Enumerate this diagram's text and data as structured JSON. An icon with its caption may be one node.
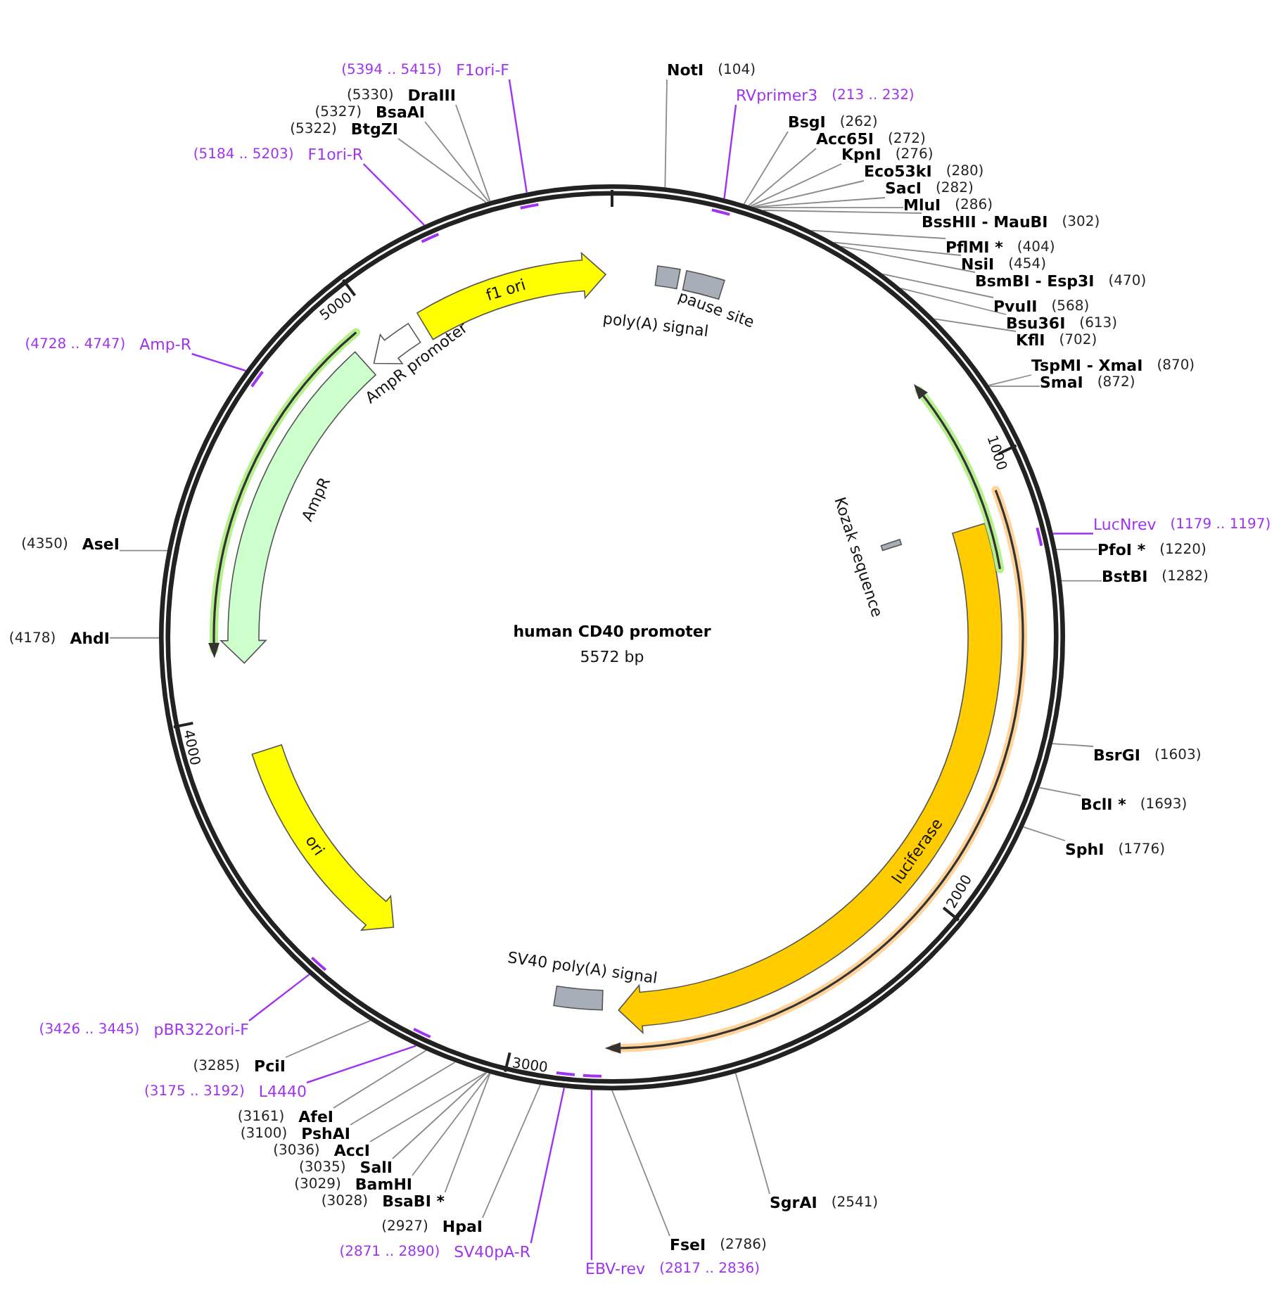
{
  "diagram": {
    "title": "human CD40 promoter",
    "nodes": [
      {
        "text": [],
        "shape": "circle"
      },
      {
        "text": [
          "(5394 .. 5415)",
          "F1ori-F"
        ]
      },
      {
        "text": [
          "NotI",
          "(104)"
        ]
      },
      {
        "text": [
          "(5330)",
          "DraIII"
        ]
      },
      {
        "text": [
          "RVprimer3",
          "(213 .. 232)"
        ]
      },
      {
        "text": [
          "(5327)",
          "BsaAI"
        ]
      },
      {
        "text": [
          "(5322)",
          "BtgZI"
        ]
      },
      {
        "text": [
          "BsgI",
          "(262)"
        ]
      },
      {
        "text": [
          "Acc65I",
          "(272)"
        ]
      },
      {
        "text": [
          "KpnI",
          "(276)"
        ]
      },
      {
        "text": [
          "(5184 .. 5203)",
          "F1ori-R"
        ]
      },
      {
        "text": [
          "Eco53kI",
          "(280)"
        ]
      },
      {
        "text": [
          "SacI",
          "(282)"
        ]
      },
      {
        "text": [
          "MluI",
          "(286)"
        ]
      },
      {
        "text": [
          "BssHII - MauBI",
          "(302)"
        ]
      },
      {
        "text": [
          "PflMI *",
          "(404)"
        ]
      },
      {
        "text": [
          "NsiI",
          "(454)"
        ]
      },
      {
        "text": [
          "BsmBI - Esp3I",
          "(470)"
        ]
      },
      {
        "text": [
          "PvuII",
          "(568)"
        ]
      },
      {
        "text": [
          "Bsu36I",
          "(613)"
        ]
      },
      {
        "text": [
          "KflI",
          "(702)"
        ]
      },
      {
        "text": [
          "(4728 .. 4747)",
          "Amp-R"
        ]
      },
      {
        "text": [
          "TspMI - XmaI",
          "(870)"
        ]
      },
      {
        "text": [
          "SmaI",
          "(872)"
        ]
      },
      {
        "text": [
          "LucNrev",
          "(1179 .. 1197)"
        ]
      },
      {
        "text": [
          "(4350)",
          "AseI"
        ]
      },
      {
        "text": [
          "PfoI *",
          "(1220)"
        ]
      },
      {
        "text": [
          "BstBI",
          "(1282)"
        ]
      },
      {
        "text": [
          "(4178)",
          "AhdI"
        ]
      },
      {
        "text": [
          "BsrGI",
          "(1603)"
        ]
      },
      {
        "text": [
          "BclI *",
          "(1693)"
        ]
      },
      {
        "text": [
          "SphI",
          "(1776)"
        ]
      },
      {
        "text": [
          "(3426 .. 3445)",
          "pBR322ori-F"
        ]
      },
      {
        "text": [
          "(3285)",
          "PciI"
        ]
      },
      {
        "text": [
          "(3175 .. 3192)",
          "L4440"
        ]
      },
      {
        "text": [
          "(3161)",
          "AfeI"
        ]
      },
      {
        "text": [
          "(3100)",
          "PshAI"
        ]
      },
      {
        "text": [
          "(3036)",
          "AccI"
        ]
      },
      {
        "text": [
          "(3035)",
          "SalI"
        ]
      },
      {
        "text": [
          "(3029)",
          "BamHI"
        ]
      },
      {
        "text": [
          "(3028)",
          "BsaBI *"
        ]
      },
      {
        "text": [
          "SgrAI",
          "(2541)"
        ]
      },
      {
        "text": [
          "(2927)",
          "HpaI"
        ]
      },
      {
        "text": [
          "FseI",
          "(2786)"
        ]
      },
      {
        "text": [
          "(2871 .. 2890)",
          "SV40pA-R"
        ]
      },
      {
        "text": [
          "EBV-rev",
          "(2817 .. 2836)"
        ]
      },
      {
        "text": [
          "f1 ori"
        ],
        "in": 0
      },
      {
        "text": [
          "poly(A) signal"
        ],
        "in": 0
      },
      {
        "text": [
          "pause site"
        ],
        "in": 0
      },
      {
        "text": [
          "AmpR promoter"
        ],
        "in": 0
      },
      {
        "text": [
          "AmpR"
        ],
        "in": 0
      },
      {
        "text": [
          "Kozak sequence"
        ],
        "in": 0
      },
      {
        "text": [
          "luciferase"
        ],
        "in": 0
      },
      {
        "text": [
          "ori"
        ],
        "in": 0
      },
      {
        "text": [
          "SV40 poly(A) signal"
        ],
        "in": 0
      }
    ],
    "edges": [
      {
        "from": 1,
        "to": 0,
        "arrow": "none",
        "color": "#a033f0"
      },
      {
        "from": 2,
        "to": 0,
        "arrow": "none"
      },
      {
        "from": 3,
        "to": 0,
        "arrow": "none"
      },
      {
        "from": 4,
        "to": 0,
        "arrow": "none",
        "color": "#a033f0"
      },
      {
        "from": 5,
        "to": 0,
        "arrow": "none"
      },
      {
        "from": 6,
        "to": 0,
        "arrow": "none"
      },
      {
        "from": 7,
        "to": 0,
        "arrow": "none"
      },
      {
        "from": 8,
        "to": 0,
        "arrow": "none"
      },
      {
        "from": 9,
        "to": 0,
        "arrow": "none"
      },
      {
        "from": 10,
        "to": 0,
        "arrow": "none",
        "color": "#a033f0"
      },
      {
        "from": 11,
        "to": 0,
        "arrow": "none"
      },
      {
        "from": 12,
        "to": 0,
        "arrow": "none"
      },
      {
        "from": 13,
        "to": 0,
        "arrow": "none"
      },
      {
        "from": 14,
        "to": 0,
        "arrow": "none"
      },
      {
        "from": 15,
        "to": 0,
        "arrow": "none"
      },
      {
        "from": 16,
        "to": 0,
        "arrow": "none"
      },
      {
        "from": 17,
        "to": 0,
        "arrow": "none"
      },
      {
        "from": 18,
        "to": 0,
        "arrow": "none"
      },
      {
        "from": 19,
        "to": 0,
        "arrow": "none"
      },
      {
        "from": 20,
        "to": 0,
        "arrow": "none"
      },
      {
        "from": 21,
        "to": 0,
        "arrow": "none",
        "color": "#a033f0"
      },
      {
        "from": 22,
        "to": 0,
        "arrow": "none"
      },
      {
        "from": 23,
        "to": 0,
        "arrow": "none"
      },
      {
        "from": 24,
        "to": 0,
        "arrow": "none",
        "color": "#a033f0"
      },
      {
        "from": 25,
        "to": 0,
        "arrow": "none"
      },
      {
        "from": 26,
        "to": 0,
        "arrow": "none"
      },
      {
        "from": 27,
        "to": 0,
        "arrow": "none"
      },
      {
        "from": 28,
        "to": 0,
        "arrow": "none"
      },
      {
        "from": 29,
        "to": 0,
        "arrow": "none"
      },
      {
        "from": 30,
        "to": 0,
        "arrow": "none"
      },
      {
        "from": 31,
        "to": 0,
        "arrow": "none"
      },
      {
        "from": 32,
        "to": 0,
        "arrow": "none",
        "color": "#a033f0"
      },
      {
        "from": 33,
        "to": 0,
        "arrow": "none"
      },
      {
        "from": 34,
        "to": 0,
        "arrow": "none",
        "color": "#a033f0"
      },
      {
        "from": 35,
        "to": 0,
        "arrow": "none"
      },
      {
        "from": 36,
        "to": 0,
        "arrow": "none"
      },
      {
        "from": 37,
        "to": 0,
        "arrow": "none"
      },
      {
        "from": 38,
        "to": 0,
        "arrow": "none"
      },
      {
        "from": 39,
        "to": 0,
        "arrow": "none"
      },
      {
        "from": 40,
        "to": 0,
        "arrow": "none"
      },
      {
        "from": 41,
        "to": 0,
        "arrow": "none"
      },
      {
        "from": 42,
        "to": 0,
        "arrow": "none"
      },
      {
        "from": 43,
        "to": 0,
        "arrow": "none"
      },
      {
        "from": 44,
        "to": 0,
        "arrow": "none",
        "color": "#a033f0"
      },
      {
        "from": 45,
        "to": 0,
        "arrow": "none",
        "color": "#a033f0"
      }
    ],
    "labels": [
      "5572 bp",
      "1000",
      "2000",
      "3000",
      "4000",
      "5000"
    ]
  }
}
